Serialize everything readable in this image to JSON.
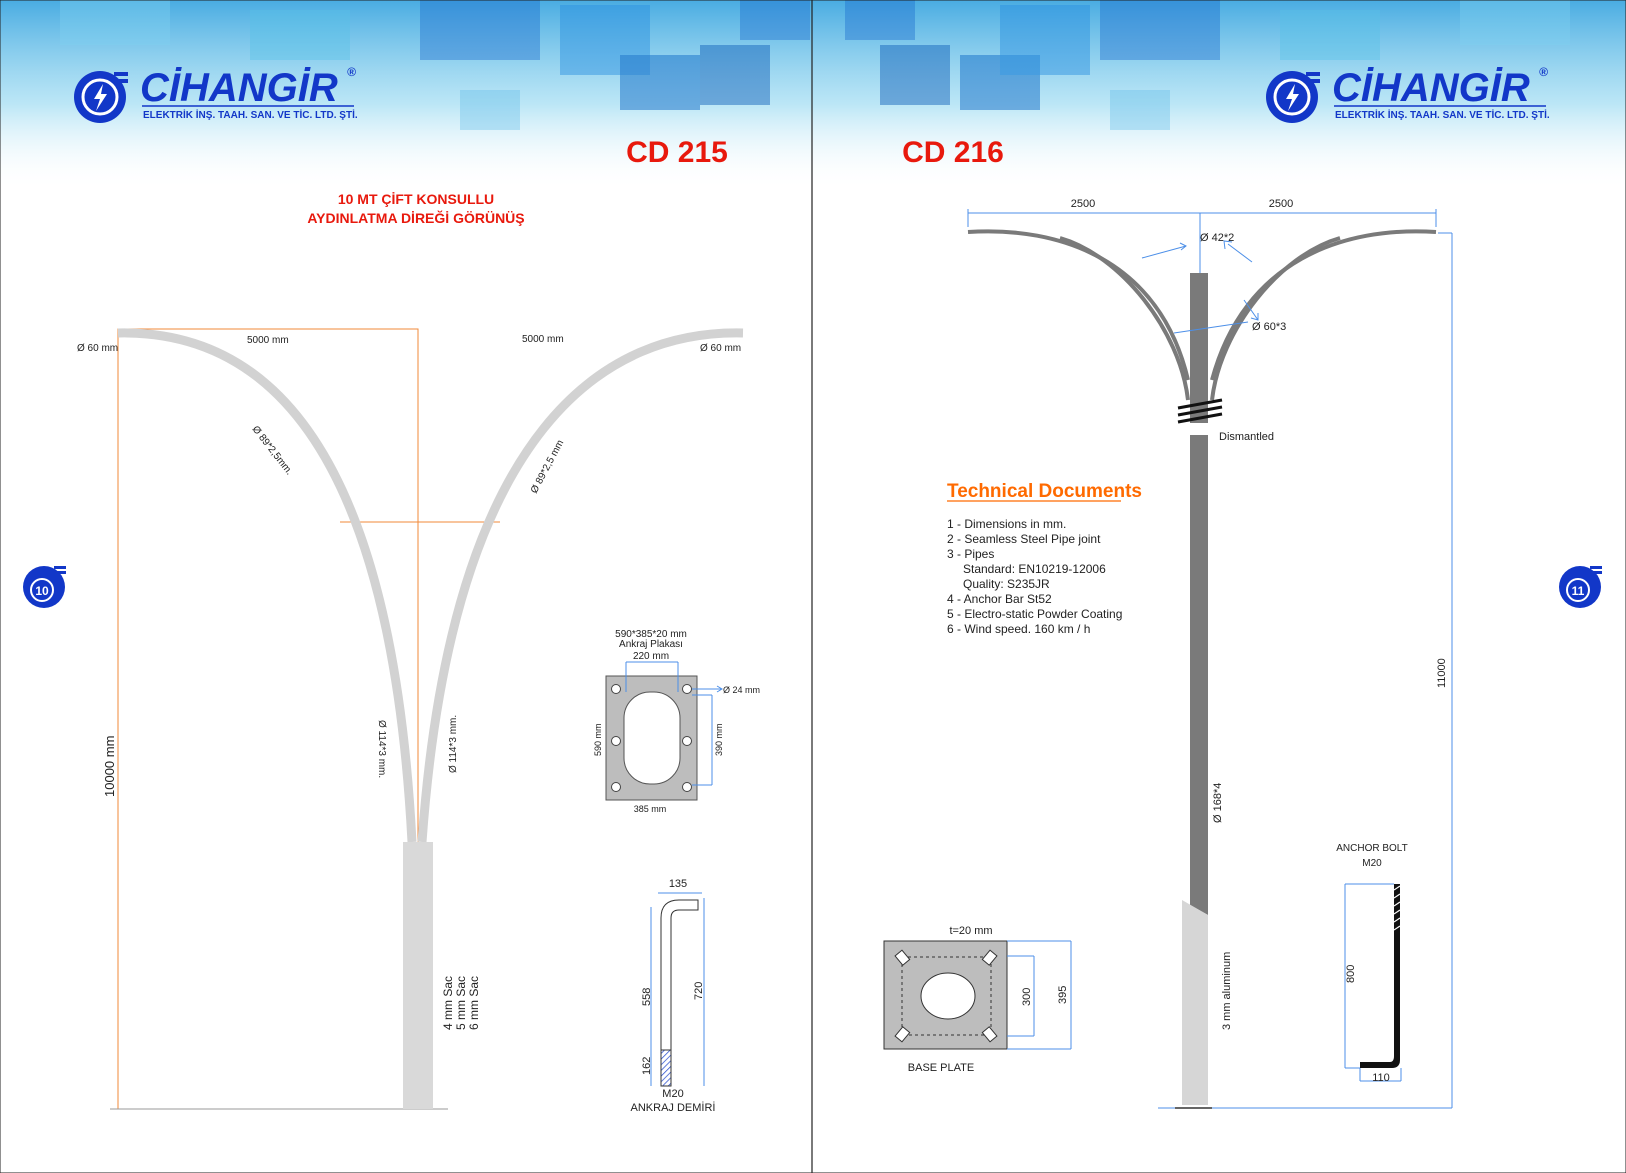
{
  "brand": {
    "name": "CİHANGİR",
    "registered": "®",
    "subtitle": "ELEKTRİK İNŞ. TAAH. SAN. VE TİC. LTD. ŞTİ."
  },
  "colors": {
    "brand_blue": "#1237c8",
    "title_red": "#e8190d",
    "dim_orange": "#f28a3a",
    "dim_blue": "#4c8fe8",
    "pole_gray": "#777777",
    "arm_light": "#cfcfcf",
    "doc_orange": "#ff6a00"
  },
  "left_page": {
    "model": "CD 215",
    "page_number": "10",
    "title_line1": "10 MT ÇİFT  KONSULLU",
    "title_line2": "AYDINLATMA DİREĞİ GÖRÜNÜŞ",
    "labels": {
      "tip_left": "Ø 60 mm",
      "tip_right": "Ø 60 mm",
      "span_left": "5000 mm",
      "span_right": "5000 mm",
      "arm_upper_left": "Ø 89*2,5mm.",
      "arm_upper_right": "Ø 89*2,5 mm",
      "arm_lower_left": "Ø 114*3 mm.",
      "arm_lower_right": "Ø 114*3 mm.",
      "height": "10000 mm",
      "sac_4": "4 mm Sac",
      "sac_5": "5 mm Sac",
      "sac_6": "6 mm Sac"
    },
    "plate": {
      "title": "590*385*20 mm",
      "subtitle": "Ankraj Plakası",
      "w_inner": "220 mm",
      "hole": "Ø 24 mm",
      "h_outer": "590 mm",
      "h_inner": "390 mm",
      "w_outer": "385 mm"
    },
    "anchor": {
      "top": "135",
      "inner": "558",
      "outer": "720",
      "thread": "162",
      "size": "M20",
      "name": "ANKRAJ  DEMİRİ"
    }
  },
  "right_page": {
    "model": "CD 216",
    "page_number": "11",
    "labels": {
      "span_left": "2500",
      "span_right": "2500",
      "top_pipe": "Ø 42*2",
      "mid_pipe": "Ø 60*3",
      "dismantled": "Dismantled",
      "main_pipe": "Ø 168*4",
      "height": "11000",
      "aluminum": "3 mm aluminum"
    },
    "docs": {
      "title": "Technical Documents",
      "lines": [
        "1 - Dimensions in mm.",
        "2 - Seamless Steel Pipe joint",
        "3 - Pipes",
        "Standard: EN10219-12006",
        "Quality: S235JR",
        "4 - Anchor Bar  St52",
        "5 - Electro-static Powder Coating",
        "6 - Wind speed. 160 km / h"
      ]
    },
    "base_plate": {
      "thickness": "t=20 mm",
      "inner": "300",
      "outer": "395",
      "name": "BASE PLATE"
    },
    "anchor_bolt": {
      "name": "ANCHOR BOLT",
      "size": "M20",
      "length": "800",
      "foot": "110"
    }
  }
}
